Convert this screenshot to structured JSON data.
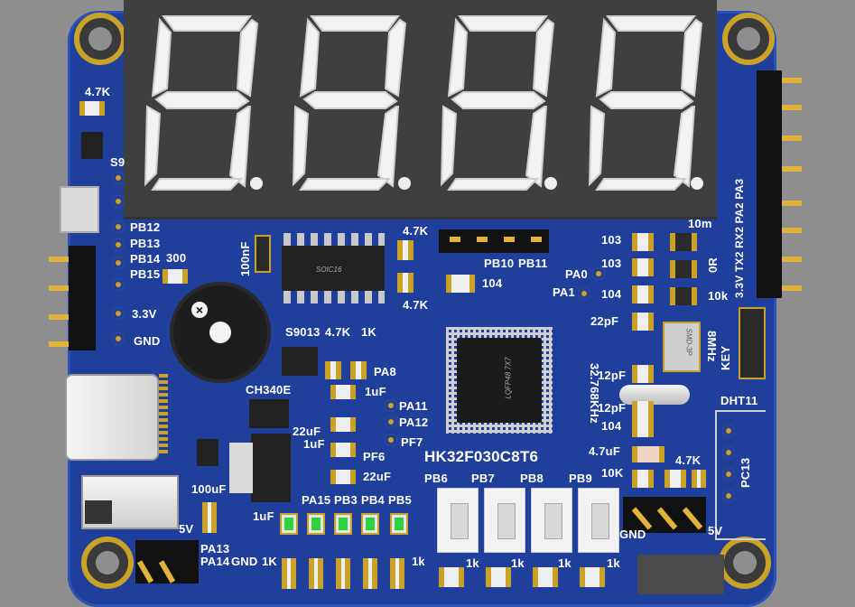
{
  "board": {
    "mcu_label": "HK32F030C8T6",
    "display": {
      "digits": [
        "8",
        "8",
        "8",
        "8"
      ],
      "decimal_points": 4
    },
    "left_labels": {
      "r_4k7": "4.7K",
      "s9": "S9",
      "pb12": "PB12",
      "pb13": "PB13",
      "pb14": "PB14",
      "pb15": "PB15",
      "v33": "3.3V",
      "gnd": "GND",
      "r300": "300",
      "c100nf": "100nF",
      "s9013": "S9013",
      "r_4k7_b": "4.7K",
      "r_1k": "1K",
      "pa8": "PA8",
      "ch340e": "CH340E",
      "c1uf_a": "1uF",
      "pa11": "PA11",
      "pa12": "PA12",
      "c22uf_a": "22uF",
      "c1uf_b": "1uF",
      "pf7": "PF7",
      "pf6": "PF6",
      "c22uf_b": "22uF",
      "c100uf": "100uF",
      "c1uf_c": "1uF",
      "v5": "5V",
      "pa13": "PA13",
      "pa14": "PA14",
      "gnd2": "GND"
    },
    "mid_labels": {
      "r_4k7_top": "4.7K",
      "r_4k7_bot": "4.7K",
      "pb10": "PB10",
      "pb11": "PB11",
      "c104": "104",
      "pa0": "PA0",
      "pa1": "PA1",
      "soic": "SOIC16",
      "lqfp": "LQFP48 7X7"
    },
    "right_labels": {
      "c103_a": "103",
      "c103_b": "103",
      "c104_a": "104",
      "c22pf": "22pF",
      "r10m": "10m",
      "r0r": "0R",
      "r10k": "10k",
      "xtal_8m": "8MHz",
      "smd3p": "SMD-3P",
      "crystal": "32.768KHz",
      "c12pf_a": "12pF",
      "c12pf_b": "12pF",
      "c104_b": "104",
      "c4u7": "4.7uF",
      "r10k_b": "10K",
      "r4k7": "4.7K",
      "key": "KEY",
      "dht11": "DHT11",
      "pc13": "PC13",
      "pins_top": "3.3V TX2 RX2 PA2 PA3",
      "gnd": "GND",
      "v5": "5V"
    },
    "led_labels": [
      "PA15",
      "PB3",
      "PB4",
      "PB5"
    ],
    "led_res": [
      "1K",
      "1k"
    ],
    "button_labels": [
      "PB6",
      "PB7",
      "PB8",
      "PB9"
    ],
    "button_res": [
      "1k",
      "1k",
      "1k",
      "1k"
    ]
  }
}
